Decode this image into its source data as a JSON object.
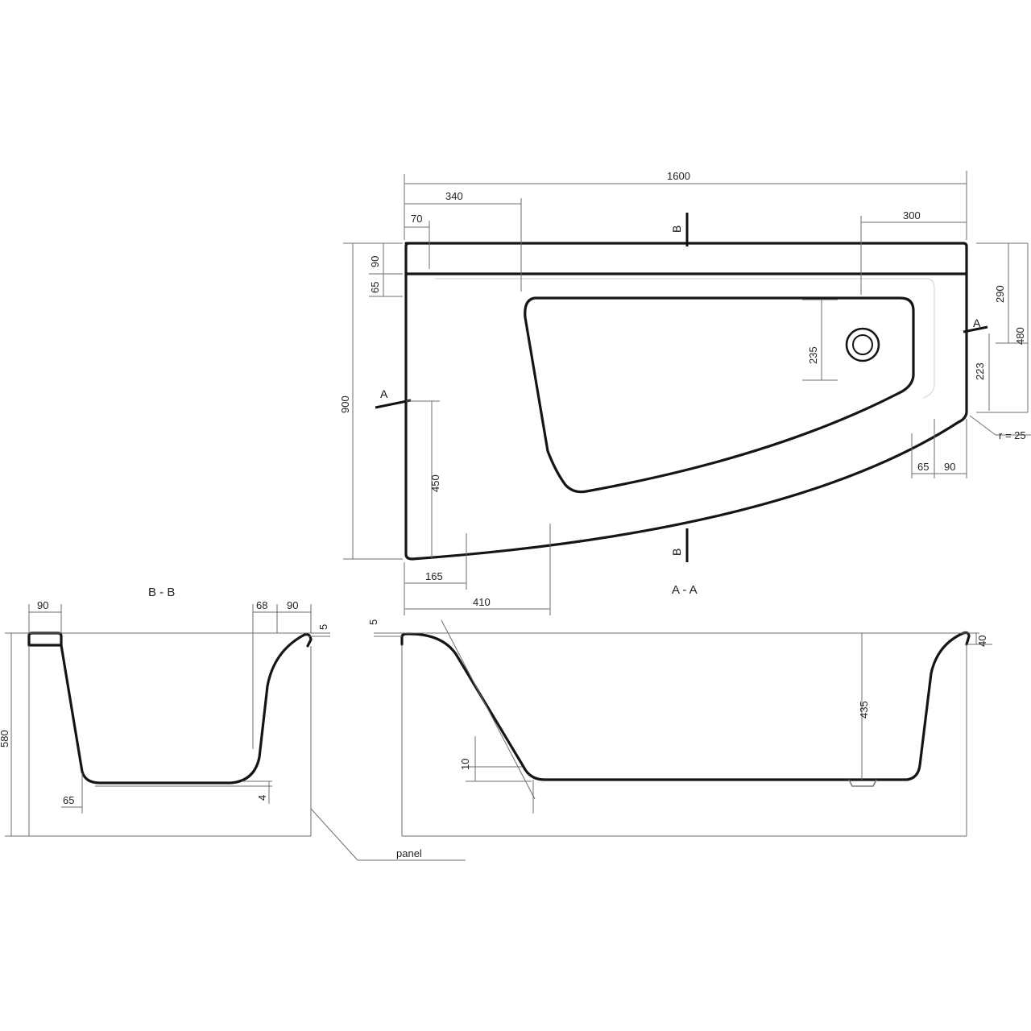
{
  "plan": {
    "overall_width": "1600",
    "dim_340": "340",
    "dim_70": "70",
    "dim_300": "300",
    "dim_90_left": "90",
    "dim_65_left": "65",
    "dim_900": "900",
    "dim_450": "450",
    "dim_165": "165",
    "dim_410": "410",
    "dim_235": "235",
    "dim_290": "290",
    "dim_480": "480",
    "dim_223": "223",
    "radius": "r = 25",
    "dim_65_right": "65",
    "dim_90_right": "90",
    "section_a": "A",
    "section_b": "B"
  },
  "section_bb": {
    "title": "B - B",
    "dim_90_left": "90",
    "dim_68": "68",
    "dim_90_right": "90",
    "dim_5": "5",
    "dim_580": "580",
    "dim_65": "65",
    "dim_4": "4",
    "panel_label": "panel"
  },
  "section_aa": {
    "title": "A - A",
    "dim_5": "5",
    "dim_40": "40",
    "dim_435": "435",
    "dim_10": "10"
  }
}
